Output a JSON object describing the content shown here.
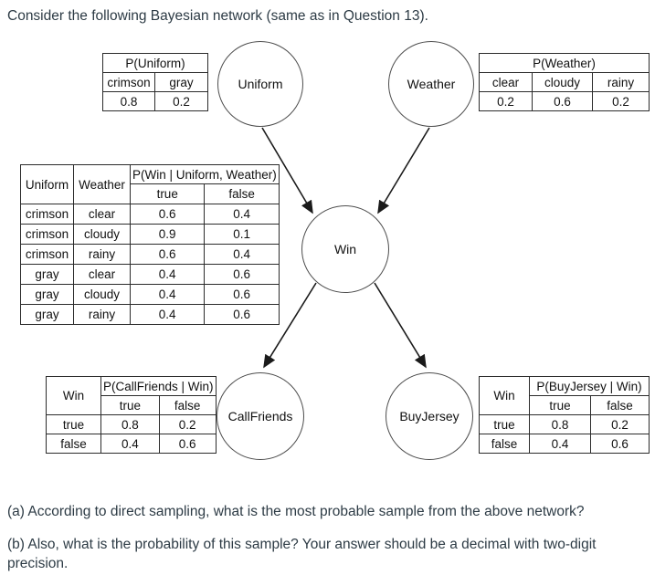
{
  "page": {
    "title": "Consider the following Bayesian network (same as in Question 13).",
    "question_a": "(a) According to direct sampling, what is the most probable sample from the above network?",
    "question_b": "(b) Also, what is the probability of this sample? Your answer should be a decimal with two-digit precision."
  },
  "network": {
    "nodes": {
      "uniform": "Uniform",
      "weather": "Weather",
      "win": "Win",
      "callfriends": "CallFriends",
      "buyjersey": "BuyJersey"
    },
    "edges": [
      {
        "from": "Uniform",
        "to": "Win"
      },
      {
        "from": "Weather",
        "to": "Win"
      },
      {
        "from": "Win",
        "to": "CallFriends"
      },
      {
        "from": "Win",
        "to": "BuyJersey"
      }
    ]
  },
  "tables": {
    "uniform": {
      "title": "P(Uniform)",
      "headers": [
        "crimson",
        "gray"
      ],
      "values": [
        "0.8",
        "0.2"
      ]
    },
    "weather": {
      "title": "P(Weather)",
      "headers": [
        "clear",
        "cloudy",
        "rainy"
      ],
      "values": [
        "0.2",
        "0.6",
        "0.2"
      ]
    },
    "win": {
      "title": "P(Win | Uniform, Weather)",
      "row_header_1": "Uniform",
      "row_header_2": "Weather",
      "sub_headers": [
        "true",
        "false"
      ],
      "rows": [
        [
          "crimson",
          "clear",
          "0.6",
          "0.4"
        ],
        [
          "crimson",
          "cloudy",
          "0.9",
          "0.1"
        ],
        [
          "crimson",
          "rainy",
          "0.6",
          "0.4"
        ],
        [
          "gray",
          "clear",
          "0.4",
          "0.6"
        ],
        [
          "gray",
          "cloudy",
          "0.4",
          "0.6"
        ],
        [
          "gray",
          "rainy",
          "0.4",
          "0.6"
        ]
      ]
    },
    "callfriends": {
      "title": "P(CallFriends | Win)",
      "row_header": "Win",
      "sub_headers": [
        "true",
        "false"
      ],
      "rows": [
        [
          "true",
          "0.8",
          "0.2"
        ],
        [
          "false",
          "0.4",
          "0.6"
        ]
      ]
    },
    "buyjersey": {
      "title": "P(BuyJersey | Win)",
      "row_header": "Win",
      "sub_headers": [
        "true",
        "false"
      ],
      "rows": [
        [
          "true",
          "0.8",
          "0.2"
        ],
        [
          "false",
          "0.4",
          "0.6"
        ]
      ]
    }
  },
  "colors": {
    "page_text": "#2d3b45",
    "diagram_text": "#111111",
    "table_border": "#2b2b2b",
    "node_border": "#4d4d4d",
    "arrow": "#1a1a1a",
    "background": "#ffffff"
  }
}
